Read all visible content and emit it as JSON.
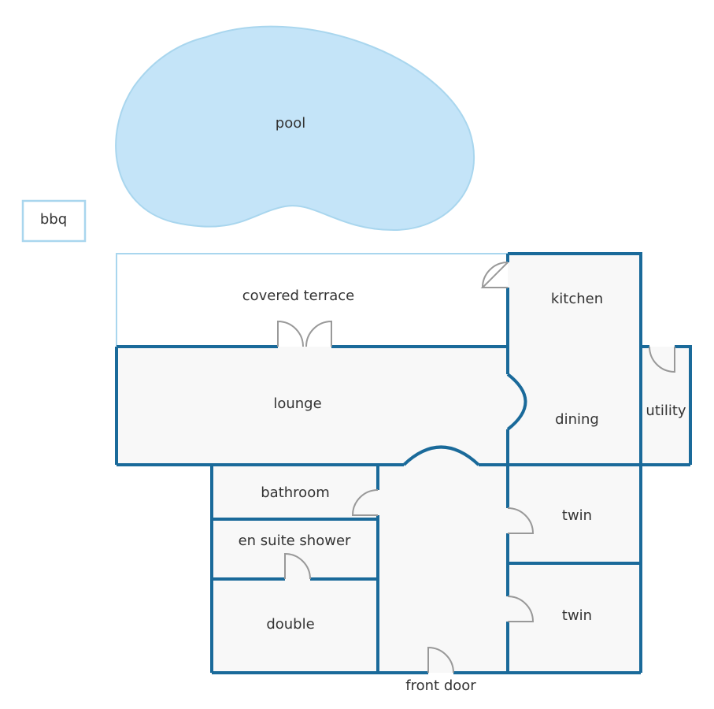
{
  "colors": {
    "wall": "#1a6a9a",
    "light_outline": "#a9d6ee",
    "pool_fill": "#c4e4f8",
    "room_fill": "#f8f8f8",
    "door": "#999999",
    "text": "#333333"
  },
  "labels": {
    "pool": "pool",
    "bbq": "bbq",
    "covered_terrace": "covered terrace",
    "kitchen": "kitchen",
    "lounge": "lounge",
    "dining": "dining",
    "utility": "utility",
    "bathroom": "bathroom",
    "en_suite_shower": "en suite shower",
    "double": "double",
    "twin_1": "twin",
    "twin_2": "twin",
    "front_door": "front door"
  }
}
